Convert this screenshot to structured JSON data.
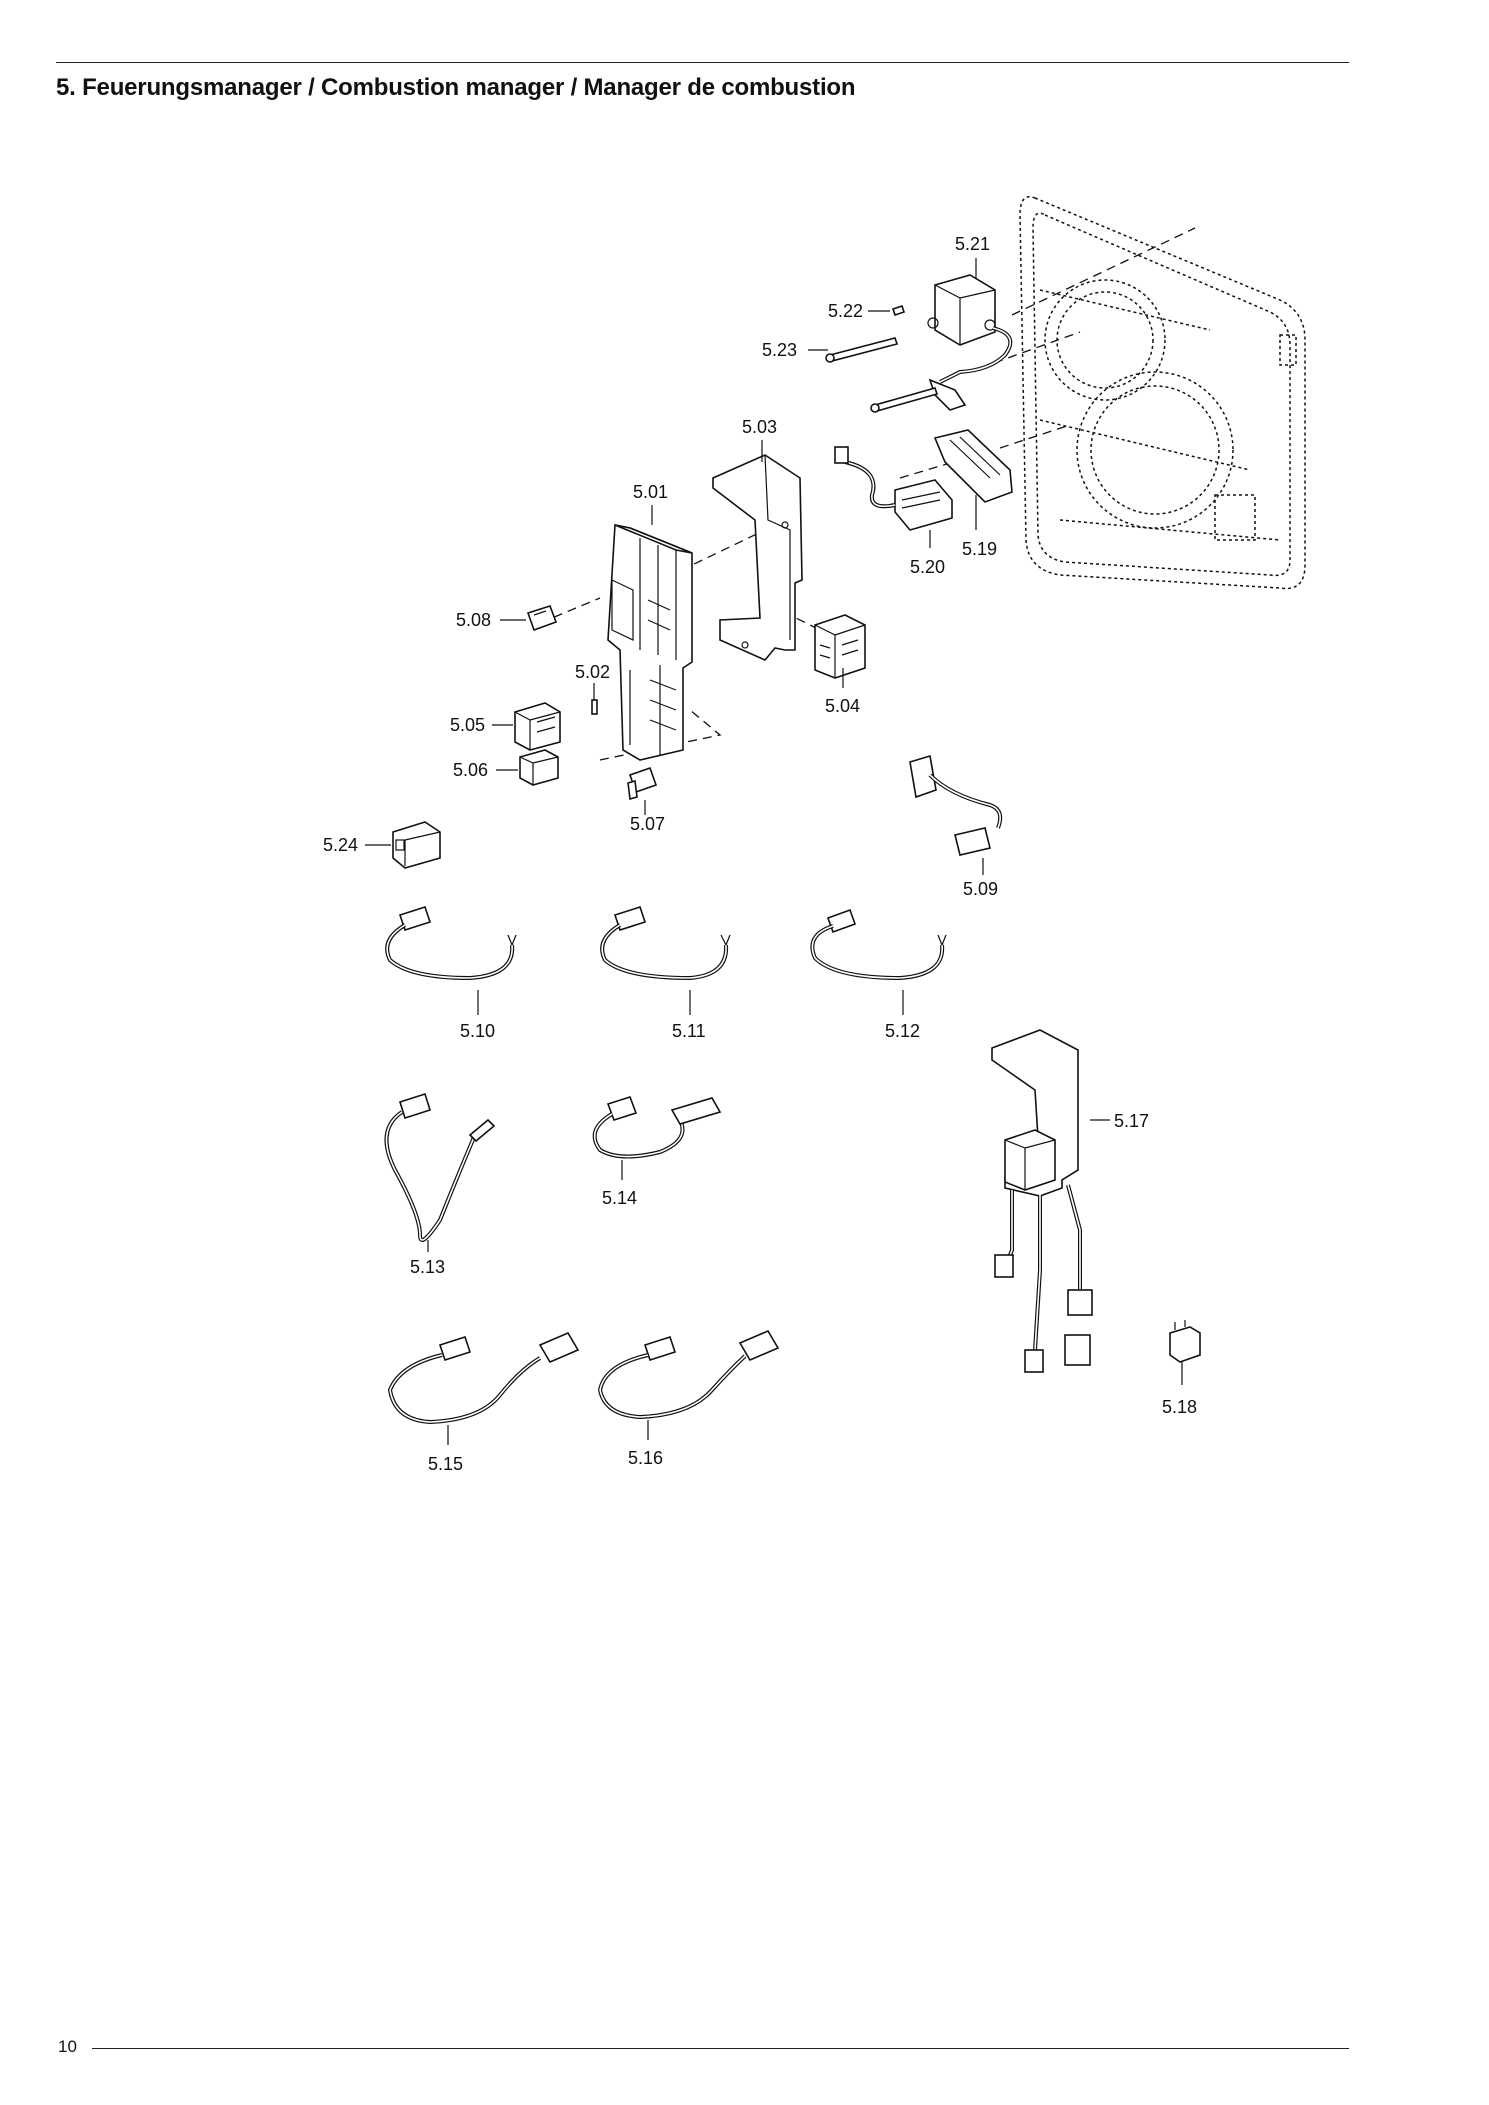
{
  "title": "5. Feuerungsmanager / Combustion manager / Manager de combustion",
  "page_number": "10",
  "parts": {
    "p501": "5.01",
    "p502": "5.02",
    "p503": "5.03",
    "p504": "5.04",
    "p505": "5.05",
    "p506": "5.06",
    "p507": "5.07",
    "p508": "5.08",
    "p509": "5.09",
    "p510": "5.10",
    "p511": "5.11",
    "p512": "5.12",
    "p513": "5.13",
    "p514": "5.14",
    "p515": "5.15",
    "p516": "5.16",
    "p517": "5.17",
    "p518": "5.18",
    "p519": "5.19",
    "p520": "5.20",
    "p521": "5.21",
    "p522": "5.22",
    "p523": "5.23",
    "p524": "5.24"
  }
}
